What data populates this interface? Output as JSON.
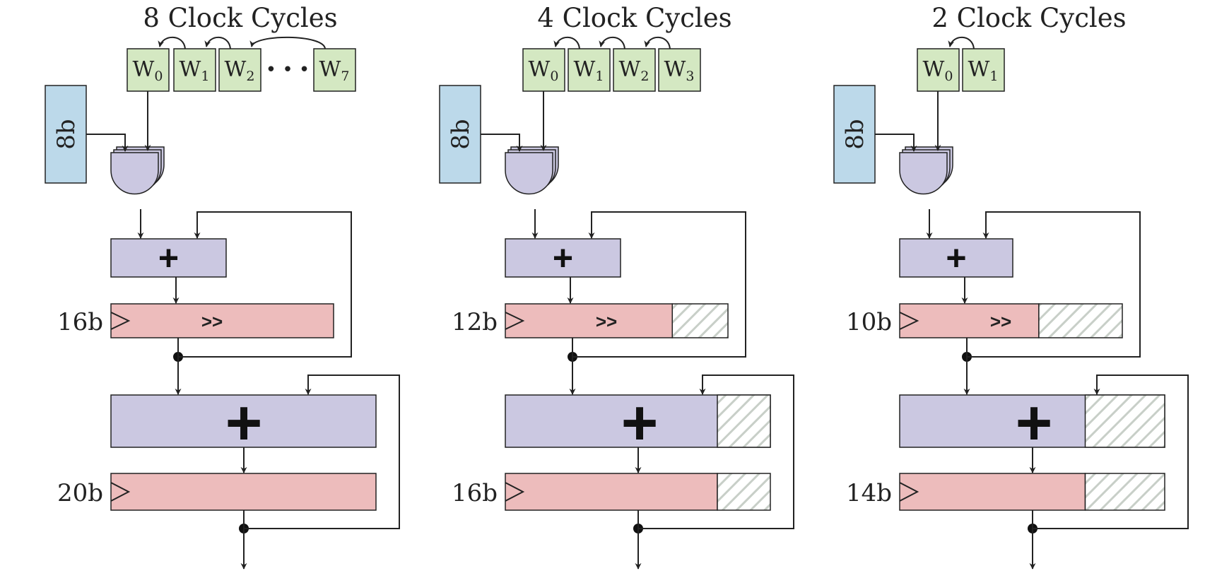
{
  "colors": {
    "weight_fill": "#d4e8c2",
    "input_fill": "#bcd9ea",
    "multiplier_fill": "#cbc8e1",
    "adder_fill": "#cbc8e1",
    "register_fill": "#edbcbc",
    "unused_hatch": "#c8cfc8",
    "stroke": "#222222"
  },
  "panels": [
    {
      "title": "8 Clock Cycles",
      "weights": [
        {
          "letter": "W",
          "sub": "0"
        },
        {
          "letter": "W",
          "sub": "1"
        },
        {
          "letter": "W",
          "sub": "2"
        },
        {
          "letter": "W",
          "sub": "7"
        }
      ],
      "ellipsis": "• • •",
      "input_label": "8b",
      "adder1_symbol": "+",
      "reg1_label": "16b",
      "shift_symbol": ">>",
      "adder2_symbol": "+",
      "reg2_label": "20b",
      "unused_fraction_reg1": 0,
      "unused_fraction_reg2": 0
    },
    {
      "title": "4 Clock Cycles",
      "weights": [
        {
          "letter": "W",
          "sub": "0"
        },
        {
          "letter": "W",
          "sub": "1"
        },
        {
          "letter": "W",
          "sub": "2"
        },
        {
          "letter": "W",
          "sub": "3"
        }
      ],
      "ellipsis": "",
      "input_label": "8b",
      "adder1_symbol": "+",
      "reg1_label": "12b",
      "shift_symbol": ">>",
      "adder2_symbol": "+",
      "reg2_label": "16b",
      "unused_fraction_reg1": 0.25,
      "unused_fraction_reg2": 0.2
    },
    {
      "title": "2 Clock Cycles",
      "weights": [
        {
          "letter": "W",
          "sub": "0"
        },
        {
          "letter": "W",
          "sub": "1"
        }
      ],
      "ellipsis": "",
      "input_label": "8b",
      "adder1_symbol": "+",
      "reg1_label": "10b",
      "shift_symbol": ">>",
      "adder2_symbol": "+",
      "reg2_label": "14b",
      "unused_fraction_reg1": 0.375,
      "unused_fraction_reg2": 0.3
    }
  ]
}
